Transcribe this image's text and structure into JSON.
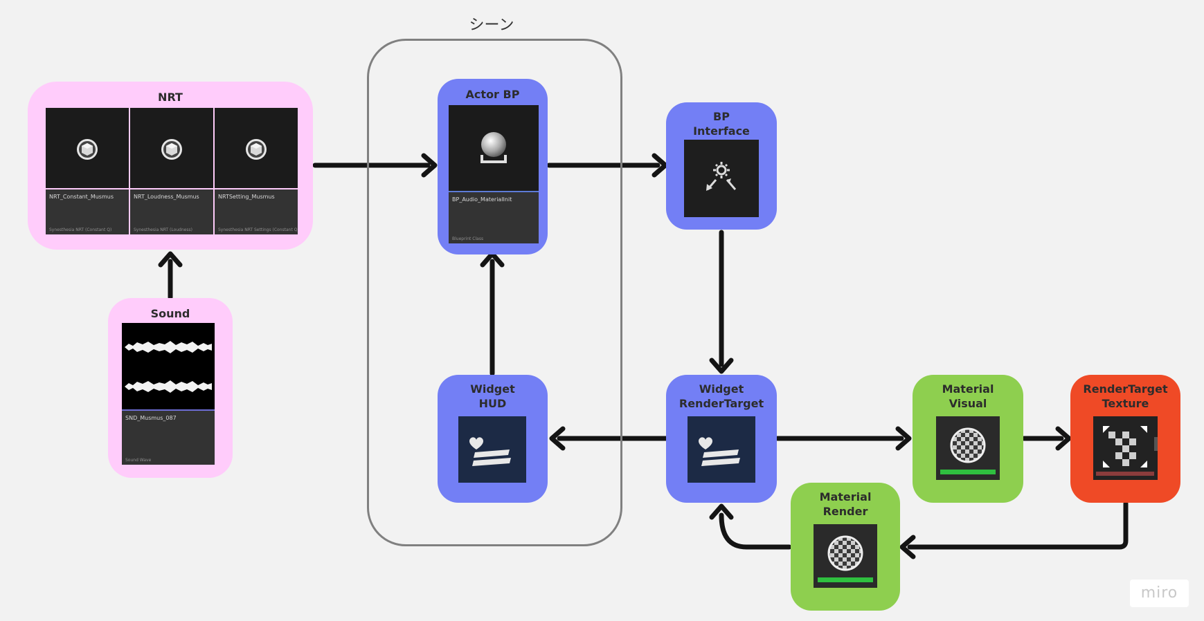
{
  "scene": {
    "label": "シーン"
  },
  "nodes": {
    "nrt": {
      "title": "NRT",
      "cards": [
        {
          "name": "NRT_Constant_Musmus",
          "type": "Synesthesia NRT (Constant Q)"
        },
        {
          "name": "NRT_Loudness_Musmus",
          "type": "Synesthesia NRT (Loudness)"
        },
        {
          "name": "NRTSetting_Musmus",
          "type": "Synesthesia NRT Settings (Constant Q)"
        }
      ]
    },
    "sound": {
      "title": "Sound",
      "card": {
        "name": "SND_Musmus_087",
        "type": "Sound Wave"
      }
    },
    "actor_bp": {
      "title": "Actor BP",
      "card": {
        "name": "BP_Audio_MaterialInit",
        "type": "Blueprint Class"
      }
    },
    "bp_interface": {
      "title_line1": "BP",
      "title_line2": "Interface"
    },
    "widget_hud": {
      "title_line1": "Widget",
      "title_line2": "HUD"
    },
    "widget_rendertarget": {
      "title_line1": "Widget",
      "title_line2": "RenderTarget"
    },
    "material_visual": {
      "title_line1": "Material",
      "title_line2": "Visual"
    },
    "rendertarget_texture": {
      "title_line1": "RenderTarget",
      "title_line2": "Texture"
    },
    "material_render": {
      "title_line1": "Material",
      "title_line2": "Render"
    }
  },
  "watermark": "miro",
  "colors": {
    "pink": "#ffccfb",
    "blue": "#737ff5",
    "green": "#8ecf4f",
    "red": "#ef4a26",
    "arrow": "#141414",
    "frame": "#808080",
    "background": "#f2f2f2"
  }
}
